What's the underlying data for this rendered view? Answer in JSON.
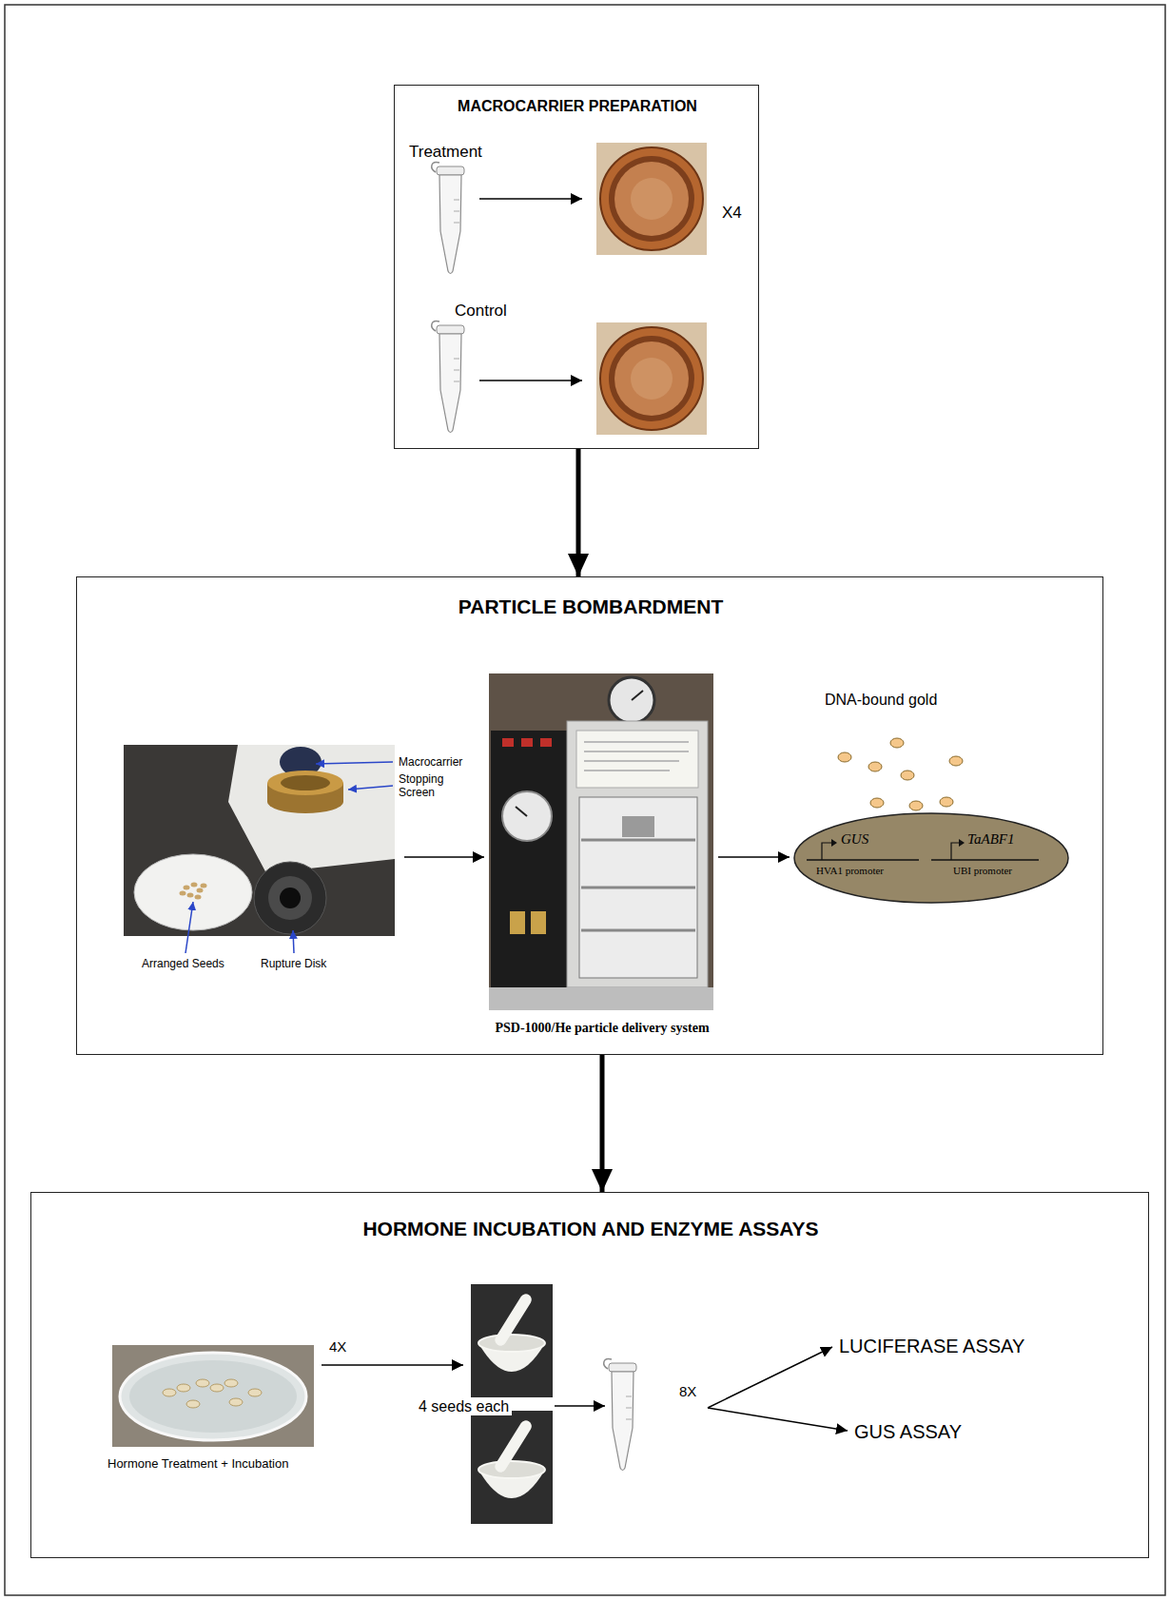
{
  "diagram": {
    "nodes": [
      {
        "text": [
          "MACROCARRIER PREPARATION",
          "Treatment",
          "X4",
          "Control"
        ]
      },
      {
        "text": [
          "PARTICLE BOMBARDMENT",
          "Macrocarrier",
          "Stopping Screen",
          "Arranged Seeds",
          "Rupture Disk",
          "PSD-1000/He particle delivery system",
          "DNA-bound gold"
        ]
      },
      {
        "text": [
          "GUS",
          "HVA1 promoter",
          "TaABF1",
          "UBI promoter"
        ],
        "in": 1
      },
      {
        "text": [
          "HORMONE INCUBATION AND ENZYME ASSAYS",
          "Hormone Treatment + Incubation",
          "4X",
          "4 seeds each",
          "8X",
          "LUCIFERASE ASSAY",
          "GUS ASSAY"
        ]
      }
    ],
    "edges": [
      {
        "from": 0,
        "to": 1,
        "arrow": "to"
      },
      {
        "from": 1,
        "to": 3,
        "arrow": "to"
      }
    ]
  }
}
